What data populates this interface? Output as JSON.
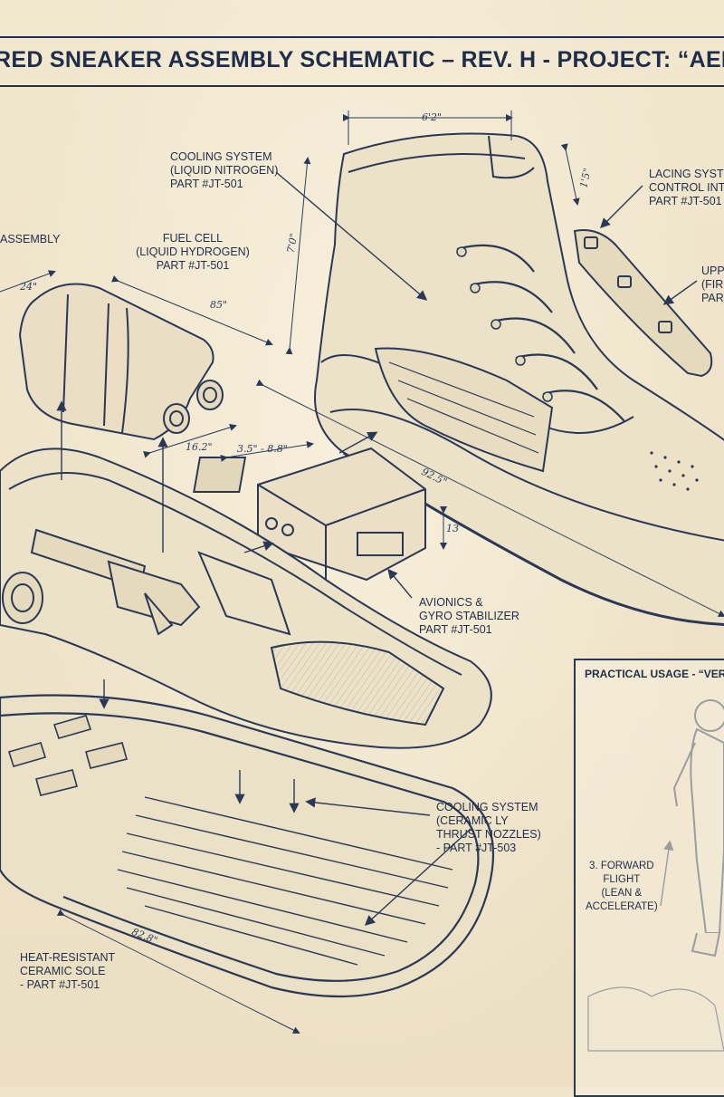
{
  "title": "RED SNEAKER ASSEMBLY SCHEMATIC – REV. H - PROJECT: “AERO",
  "labels": {
    "assembly_partial": "ASSEMBLY",
    "cooling_top": [
      "COOLING SYSTEM",
      "(LIQUID NITROGEN)",
      "PART #JT-501"
    ],
    "fuel_cell": [
      "FUEL CELL",
      "(LIQUID HYDROGEN)",
      "PART #JT-501"
    ],
    "lacing": [
      "LACING SYST",
      "CONTROL INT",
      "PART #JT-501"
    ],
    "upper": [
      "UPP",
      "(FIR",
      "PAR"
    ],
    "avionics": [
      "AVIONICS &",
      "GYRO STABILIZER",
      "PART #JT-501"
    ],
    "cooling_bottom": [
      "COOLING SYSTEM",
      "(CERAMIC LY",
      "THRUST NOZZLES)",
      "- PART #JT-503"
    ],
    "sole": [
      "HEAT-RESISTANT",
      "CERAMIC SOLE",
      "- PART #JT-501"
    ]
  },
  "dimensions": {
    "shoe_width": "6'2\"",
    "shoe_height": "7'0\"",
    "collar": "1'5\"",
    "cell_length": "24\"",
    "cell_width": "85\"",
    "cell_depth": "16.2\"",
    "avionics_width": "3.5\" - 8.8\"",
    "avionics_height": "13",
    "shoe_length": "92.5\"",
    "sole_length": "82.8\""
  },
  "usage": {
    "title": "PRACTICAL USAGE - “VERT",
    "step": [
      "3. FORWARD",
      "FLIGHT",
      "(LEAN &",
      "ACCELERATE)"
    ]
  },
  "colors": {
    "paper": "#efe4cb",
    "ink": "#1f2d4a",
    "line": "#3a4766"
  },
  "icons": {
    "fuel-cell": "fuel-cell-illustration",
    "sneaker": "high-top-sneaker-illustration",
    "avionics": "avionics-module-illustration",
    "chassis": "thruster-chassis-illustration",
    "sole": "ceramic-sole-illustration",
    "pilot": "jetpack-pilot-figure"
  }
}
